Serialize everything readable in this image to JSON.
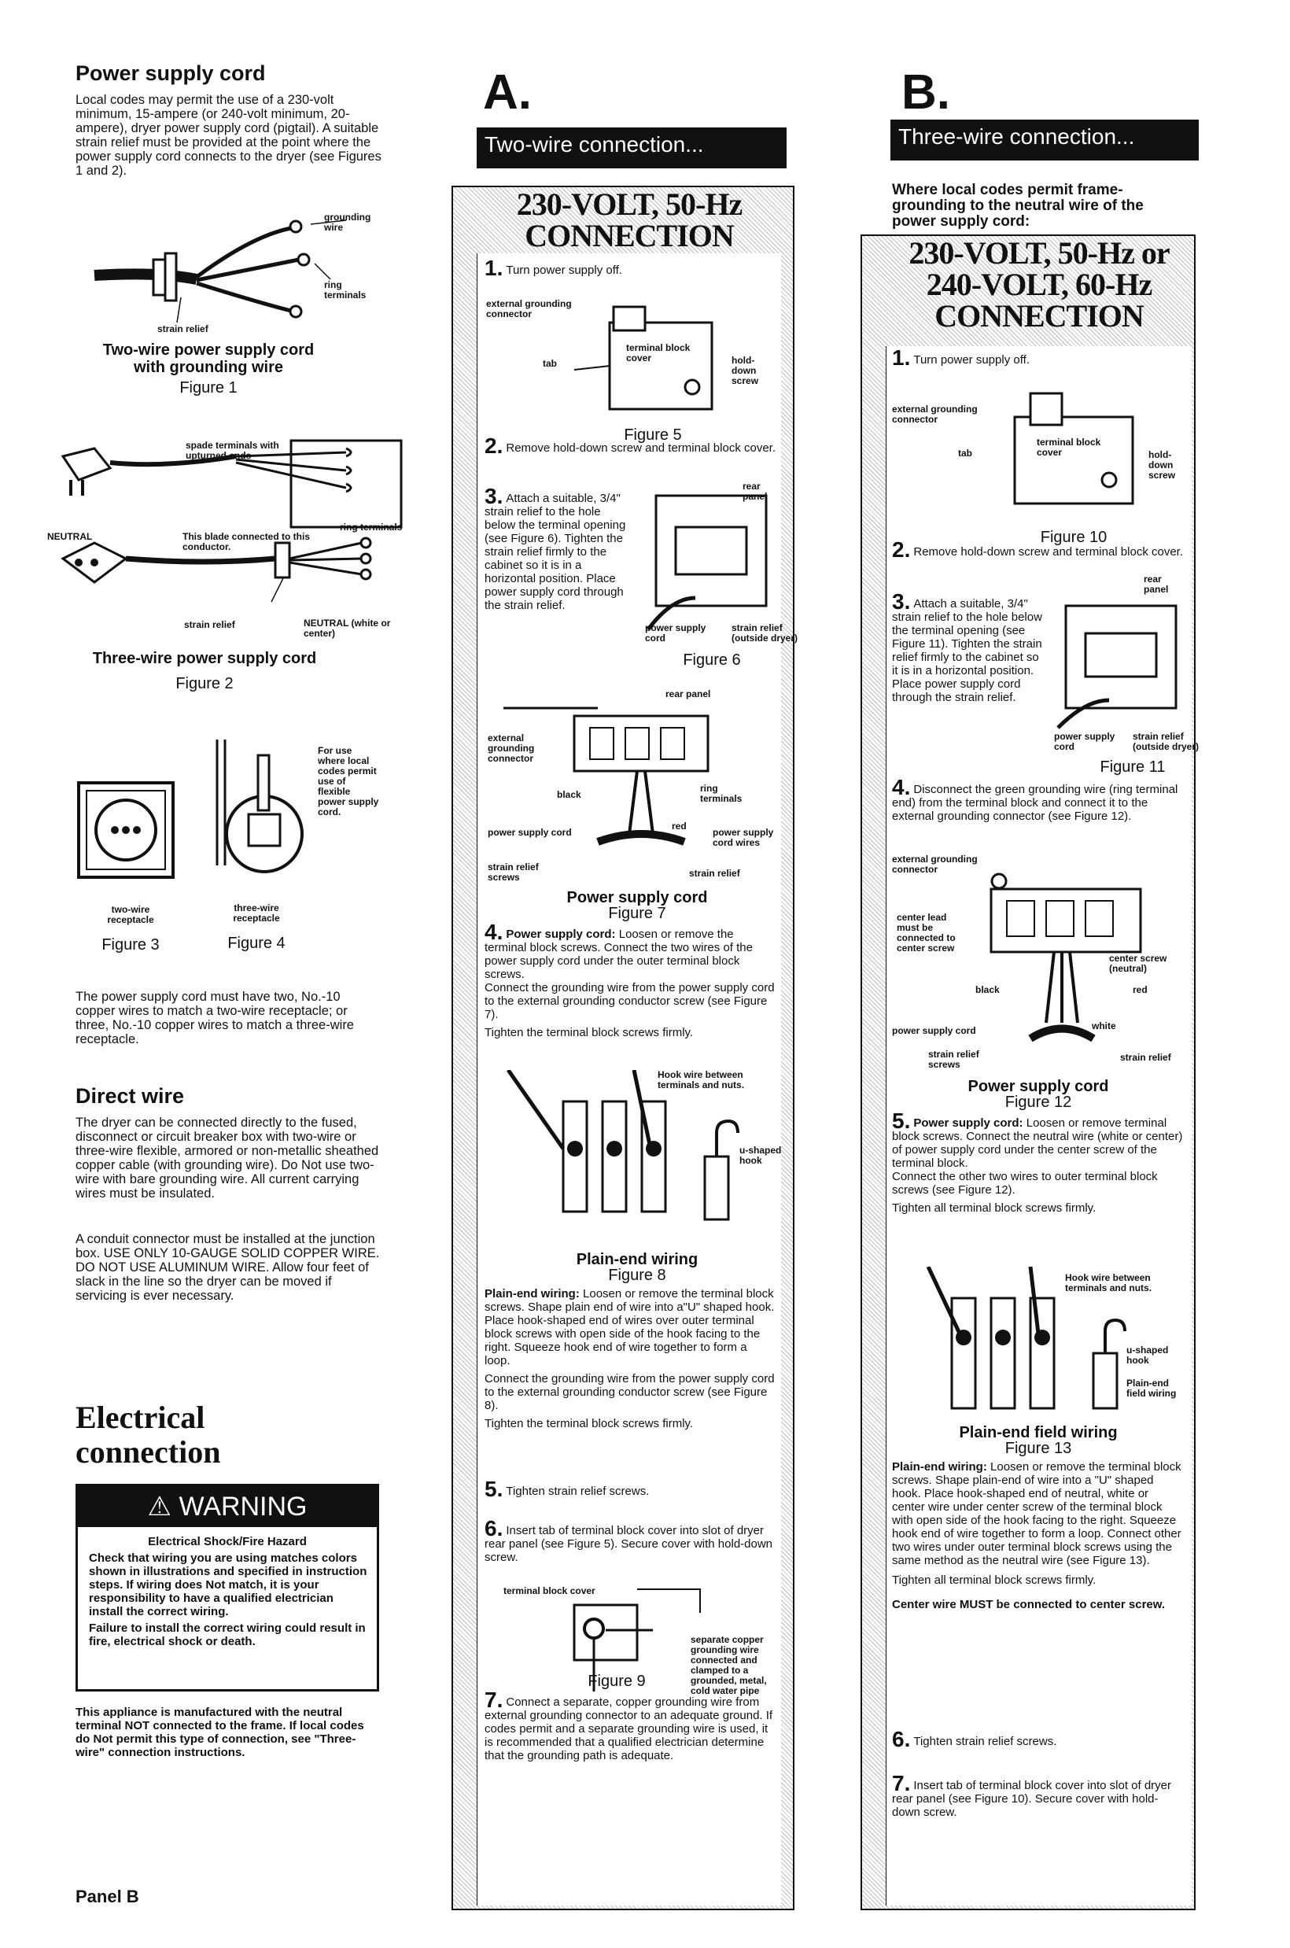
{
  "left": {
    "power_supply_cord": {
      "heading": "Power supply cord",
      "text": "Local codes may permit the use of a 230-volt minimum, 15-ampere (or 240-volt minimum, 20-ampere), dryer power supply cord (pigtail). A suitable strain relief must be provided at the point where the power supply cord connects to the dryer (see Figures 1 and 2)."
    },
    "figure1": {
      "labels": {
        "grounding_wire": "grounding wire",
        "ring_terminals": "ring terminals",
        "strain_relief": "strain relief"
      },
      "caption": "Two-wire power supply cord with grounding wire",
      "number": "Figure 1"
    },
    "figure2": {
      "labels": {
        "spade_terminals": "spade terminals with upturned ends",
        "neutral_left": "NEUTRAL",
        "blade_connected": "This blade connected to this conductor.",
        "ring_terminals": "ring terminals",
        "strain_relief": "strain relief",
        "neutral_right": "NEUTRAL (white or center)"
      },
      "caption": "Three-wire power supply cord",
      "number": "Figure 2"
    },
    "figure3": {
      "label": "two-wire receptacle",
      "number": "Figure 3"
    },
    "figure4": {
      "label": "three-wire receptacle",
      "number": "Figure 4",
      "side_note": "For use where local codes permit use of flexible power supply cord."
    },
    "cord_note": "The power supply cord must have two, No.-10 copper wires to match a two-wire receptacle; or three, No.-10 copper wires to match a three-wire receptacle.",
    "direct_wire": {
      "heading": "Direct wire",
      "p1": "The dryer can be connected directly to the fused, disconnect or circuit breaker box with two-wire or three-wire flexible, armored or non-metallic sheathed copper cable (with grounding wire). Do Not use two-wire with bare grounding wire. All current carrying wires must be insulated.",
      "p2": "A conduit connector must be installed at the junction box. USE ONLY 10-GAUGE SOLID COPPER WIRE. DO NOT USE ALUMINUM WIRE. Allow four feet of slack in the line so the dryer can be moved if servicing is ever necessary."
    },
    "electrical_heading_1": "Electrical",
    "electrical_heading_2": "connection",
    "warning": {
      "header": "WARNING",
      "subhead": "Electrical Shock/Fire Hazard",
      "p1": "Check that wiring you are using matches colors shown in illustrations and specified in instruction steps. If wiring does Not match, it is your responsibility to have a qualified electrician install the correct wiring.",
      "p2": "Failure to install the correct wiring could result in fire, electrical shock or death."
    },
    "appliance_note": "This appliance is manufactured with the neutral terminal NOT connected to the frame. If local codes do Not permit this type of connection, see \"Three-wire\" connection instructions.",
    "footer": "Panel B"
  },
  "colA": {
    "letter": "A.",
    "bar": "Two-wire connection...",
    "volt_line1": "230-VOLT, 50-Hz",
    "volt_line2": "CONNECTION",
    "step1": {
      "n": "1.",
      "text": "Turn power supply off."
    },
    "fig5": {
      "labels": {
        "ext_ground": "external grounding connector",
        "tab": "tab",
        "terminal_cover": "terminal block cover",
        "hold_down": "hold-down screw"
      },
      "number": "Figure 5"
    },
    "step2": {
      "n": "2.",
      "text": "Remove hold-down screw and terminal block cover."
    },
    "step3": {
      "n": "3.",
      "text": "Attach a suitable, 3/4\" strain relief to the hole below the terminal opening (see Figure 6). Tighten the strain relief firmly to the cabinet so it is in a horizontal position. Place power supply cord through the strain relief."
    },
    "fig6": {
      "labels": {
        "rear_panel": "rear panel",
        "power_cord": "power supply cord",
        "strain_relief": "strain relief (outside dryer)"
      },
      "number": "Figure 6"
    },
    "fig7": {
      "labels": {
        "rear_panel": "rear panel",
        "ext_ground": "external grounding connector",
        "black": "black",
        "ring_terminals": "ring terminals",
        "red": "red",
        "power_cord": "power supply cord",
        "power_cord_wires": "power supply cord wires",
        "strain_relief_screws": "strain relief screws",
        "strain_relief": "strain relief"
      },
      "caption": "Power supply cord",
      "number": "Figure 7"
    },
    "step4": {
      "n": "4.",
      "lead": "Power supply cord:",
      "text": " Loosen or remove the terminal block screws. Connect the two wires of the power supply cord under the outer terminal block screws.",
      "p2": "Connect the grounding wire from the power supply cord to the external grounding conductor screw (see Figure 7).",
      "p3": "Tighten the terminal block screws firmly."
    },
    "fig8": {
      "labels": {
        "hook_wire": "Hook wire between terminals and nuts.",
        "u_hook": "u-shaped hook"
      },
      "caption": "Plain-end wiring",
      "number": "Figure 8"
    },
    "plain_end": {
      "lead": "Plain-end wiring:",
      "text": " Loosen or remove the terminal block screws. Shape plain end of wire into a\"U\" shaped hook. Place hook-shaped end of wires over outer terminal block screws with open side of the hook facing to the right. Squeeze hook end of wire together to form a loop.",
      "p2": "Connect the grounding wire from the power supply cord to the external grounding conductor screw (see Figure 8).",
      "p3": "Tighten the terminal block screws firmly."
    },
    "step5": {
      "n": "5.",
      "text": "Tighten strain relief screws."
    },
    "step6": {
      "n": "6.",
      "text": "Insert tab of terminal block cover into slot of dryer rear panel (see Figure 5). Secure cover with hold-down screw."
    },
    "fig9": {
      "labels": {
        "terminal_cover": "terminal block cover",
        "separate_copper": "separate copper grounding wire connected and clamped to a grounded, metal, cold water pipe"
      },
      "number": "Figure 9"
    },
    "step7": {
      "n": "7.",
      "text": "Connect a separate, copper grounding wire from external grounding connector to an adequate ground. If codes permit and a separate grounding wire is used, it is recommended that a qualified electrician determine that the grounding path is adequate."
    }
  },
  "colB": {
    "letter": "B.",
    "bar": "Three-wire connection...",
    "intro": "Where local codes permit frame-grounding to the neutral wire of the power supply cord:",
    "volt_line1": "230-VOLT, 50-Hz or",
    "volt_line2": "240-VOLT, 60-Hz",
    "volt_line3": "CONNECTION",
    "step1": {
      "n": "1.",
      "text": "Turn power supply off."
    },
    "fig10": {
      "labels": {
        "ext_ground": "external grounding connector",
        "tab": "tab",
        "terminal_cover": "terminal block cover",
        "hold_down": "hold-down screw"
      },
      "number": "Figure 10"
    },
    "step2": {
      "n": "2.",
      "text": "Remove hold-down screw and terminal block cover."
    },
    "step3": {
      "n": "3.",
      "text": "Attach a suitable, 3/4\" strain relief to the hole below the terminal opening (see Figure 11). Tighten the strain relief firmly to the cabinet so it is in a horizontal position. Place power supply cord through the strain relief."
    },
    "fig11": {
      "labels": {
        "rear_panel": "rear panel",
        "power_cord": "power supply cord",
        "strain_relief": "strain relief (outside dryer)"
      },
      "number": "Figure 11"
    },
    "step4": {
      "n": "4.",
      "text": "Disconnect the green grounding wire (ring terminal end) from the terminal block and connect it to the external grounding connector (see Figure 12)."
    },
    "fig12": {
      "labels": {
        "ext_ground": "external grounding connector",
        "center_lead": "center lead must be connected to center screw",
        "center_screw": "center screw (neutral)",
        "black": "black",
        "red": "red",
        "white": "white",
        "power_cord": "power supply cord",
        "strain_relief_screws": "strain relief screws",
        "strain_relief": "strain relief"
      },
      "caption": "Power supply cord",
      "number": "Figure 12"
    },
    "step5": {
      "n": "5.",
      "lead": "Power supply cord:",
      "text": " Loosen or remove terminal block screws. Connect the neutral wire (white or center) of power supply cord under the center screw of the terminal block.",
      "p2": "Connect the other two wires to outer terminal block screws (see Figure 12).",
      "p3": "Tighten all terminal block screws firmly."
    },
    "fig13": {
      "labels": {
        "hook_wire": "Hook wire between terminals and nuts.",
        "u_hook": "u-shaped hook",
        "plain_end": "Plain-end field wiring"
      },
      "caption": "Plain-end field wiring",
      "number": "Figure 13"
    },
    "plain_end": {
      "lead": "Plain-end wiring:",
      "text": " Loosen or remove the terminal block screws. Shape plain-end of wire into a \"U\" shaped hook. Place hook-shaped end of neutral, white or center wire under center screw of the terminal block with open side of the hook facing to the right. Squeeze hook end of wire together to form a loop. Connect other two wires under outer terminal block screws using the same method as the neutral wire (see Figure 13).",
      "p2": "Tighten all terminal block screws firmly.",
      "p3": "Center wire MUST be connected to center screw."
    },
    "step6": {
      "n": "6.",
      "text": "Tighten strain relief screws."
    },
    "step7": {
      "n": "7.",
      "text": "Insert tab of terminal block cover into slot of dryer rear panel (see Figure 10). Secure cover with hold-down screw."
    }
  }
}
